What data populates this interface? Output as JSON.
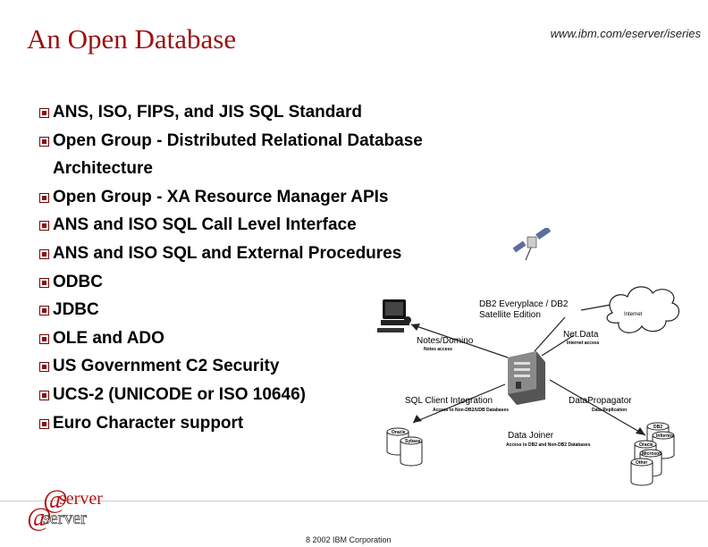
{
  "header": {
    "title": "An Open Database",
    "url": "www.ibm.com/eserver/iseries"
  },
  "bullets": [
    "ANS, ISO, FIPS, and JIS SQL Standard",
    "Open Group - Distributed Relational Database",
    "Architecture",
    "Open Group - XA Resource Manager APIs",
    "ANS and ISO SQL Call Level Interface",
    "ANS and ISO SQL and External Procedures",
    "ODBC",
    "JDBC",
    "OLE and ADO",
    "US Government C2 Security",
    "UCS-2 (UNICODE or ISO 10646)",
    "Euro Character support"
  ],
  "diagram": {
    "db2_everyplace": "DB2 Everyplace / DB2",
    "satellite_edition": "Satellite Edition",
    "internet": "Internet",
    "notes_domino": "Notes/Domino",
    "notes_domino_sub": "Notes access",
    "net_data": "Net.Data",
    "net_data_sub": "Internet access",
    "sql_client": "SQL Client Integration",
    "sql_client_sub": "Access to Non-DB2/UDB Databases",
    "data_propagator": "DataPropagator",
    "data_propagator_sub": "Data Replication",
    "data_joiner": "Data Joiner",
    "data_joiner_sub": "Access to DB2 and Non-DB2 Databases",
    "db_labels": [
      "Oracle",
      "Sybase",
      "DB2",
      "Informix",
      "Oracle",
      "Microsoft",
      "Other"
    ]
  },
  "footer": {
    "copyright": "8 2002 IBM Corporation",
    "logo_text_top": "server",
    "logo_text_bottom": "server"
  },
  "colors": {
    "title": "#9b1111",
    "bullet_box": "#8a1010",
    "logo": "#b01515"
  }
}
